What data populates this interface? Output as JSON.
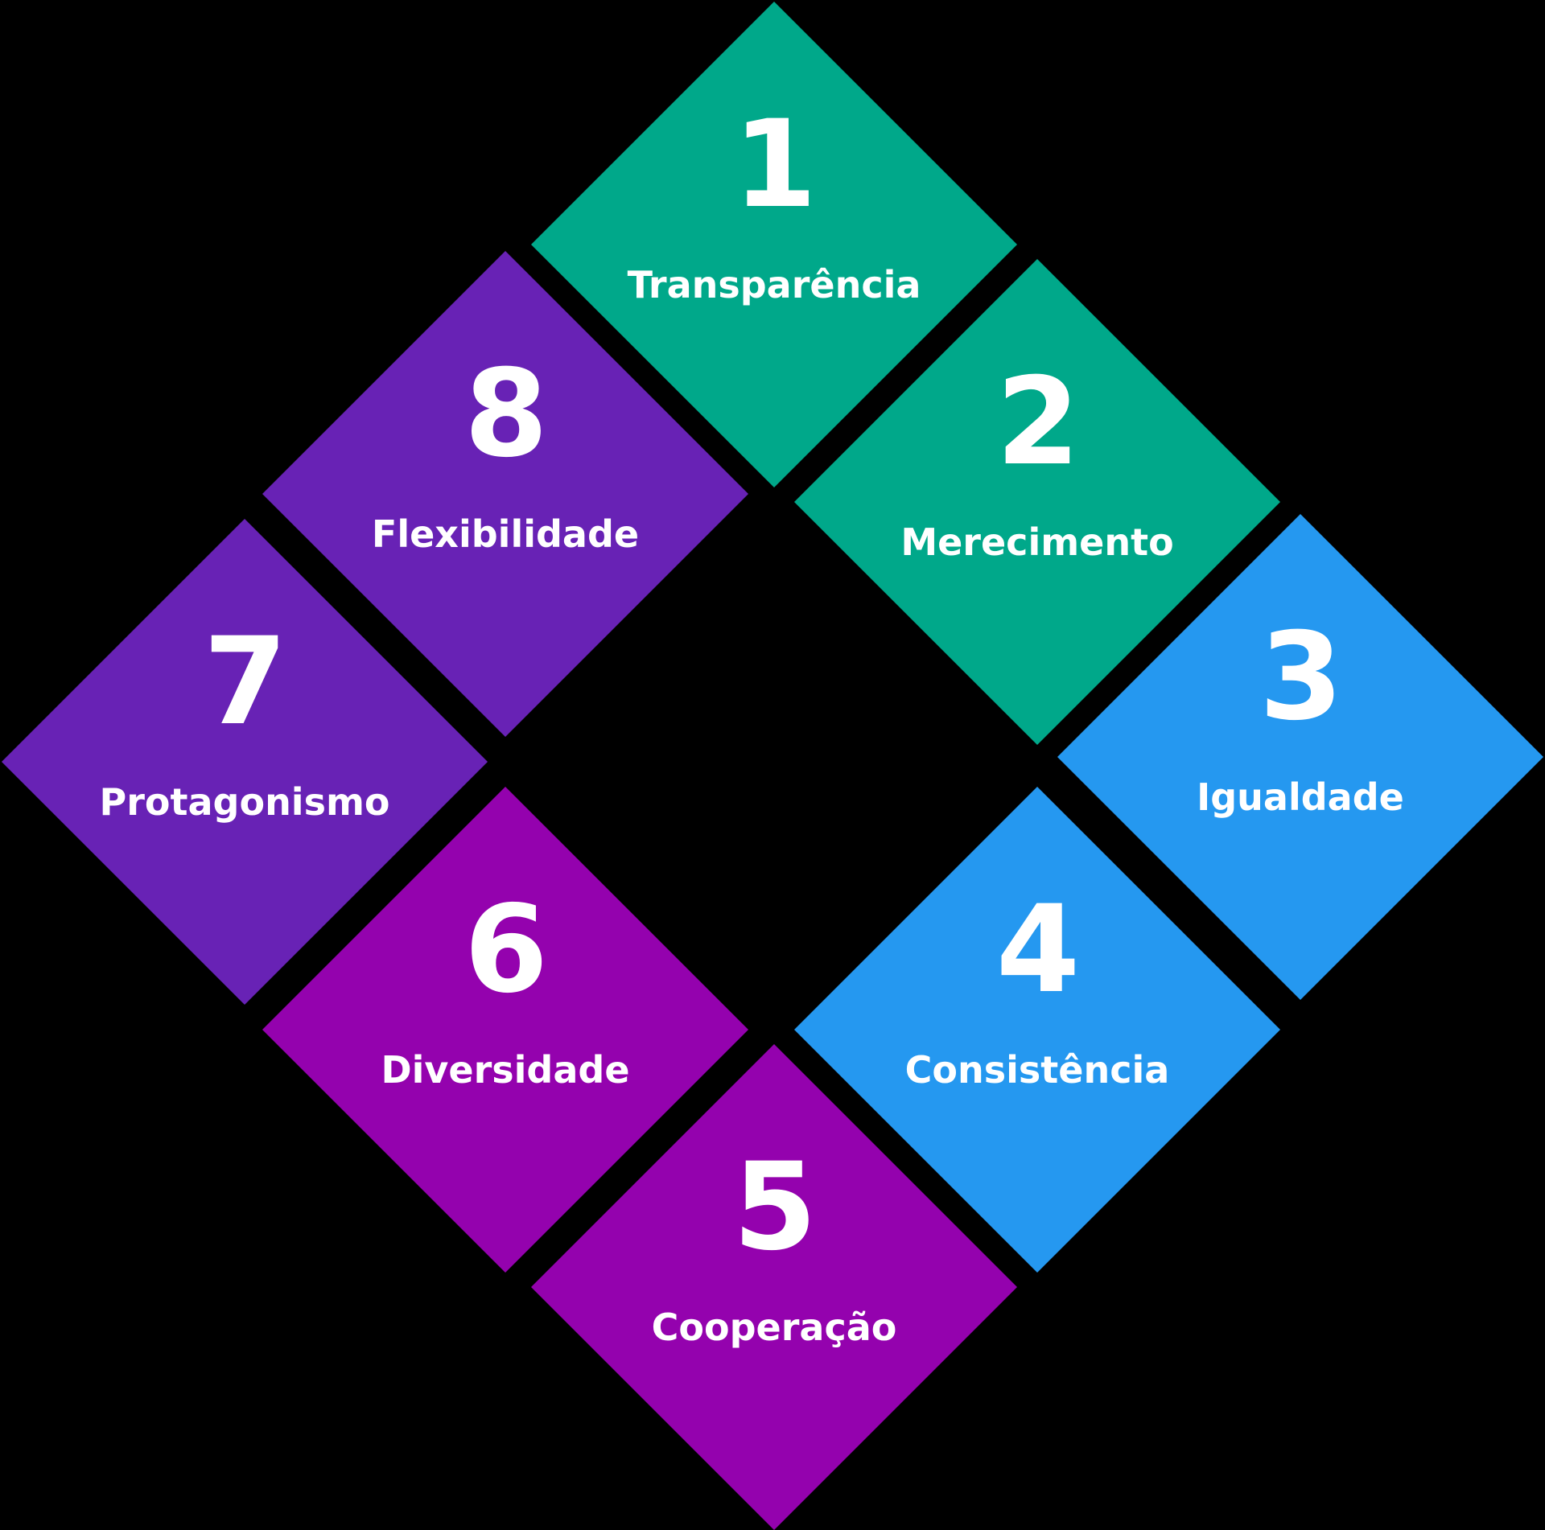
{
  "diagram": {
    "colors": {
      "green": "#00A88A",
      "blue": "#2598F0",
      "violet": "#6822B5",
      "magenta": "#9402AE",
      "background": "#000000",
      "text": "#FFFFFF"
    },
    "tiles": [
      {
        "number": "1",
        "label": "Transparência",
        "color": "#00A88A"
      },
      {
        "number": "2",
        "label": "Merecimento",
        "color": "#00A88A"
      },
      {
        "number": "3",
        "label": "Igualdade",
        "color": "#2598F0"
      },
      {
        "number": "4",
        "label": "Consistência",
        "color": "#2598F0"
      },
      {
        "number": "5",
        "label": "Cooperação",
        "color": "#9402AE"
      },
      {
        "number": "6",
        "label": "Diversidade",
        "color": "#9402AE"
      },
      {
        "number": "7",
        "label": "Protagonismo",
        "color": "#6822B5"
      },
      {
        "number": "8",
        "label": "Flexibilidade",
        "color": "#6822B5"
      }
    ]
  }
}
